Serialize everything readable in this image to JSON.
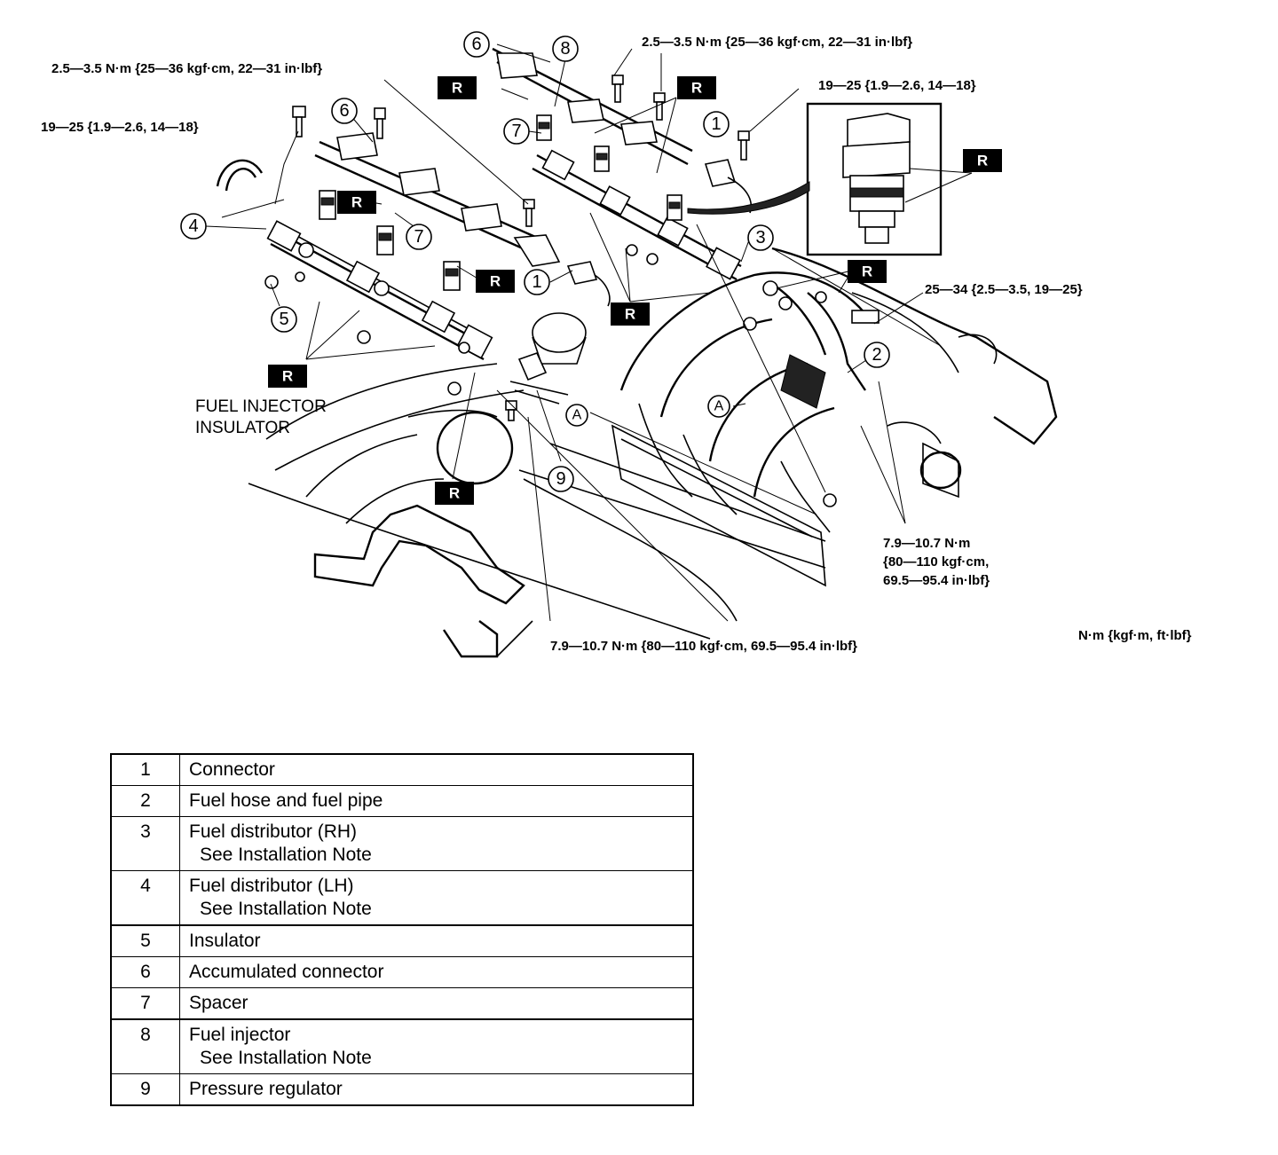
{
  "torque_labels": {
    "tl_small": "2.5—3.5 N·m {25—36 kgf·cm, 22—31 in·lbf}",
    "tr_small": "2.5—3.5 N·m {25—36 kgf·cm, 22—31 in·lbf}",
    "left_bolt": "19—25 {1.9—2.6, 14—18}",
    "right_bolt": "19—25 {1.9—2.6, 14—18}",
    "right_mid": "25—34 {2.5—3.5, 19—25}",
    "right_low_1": "7.9—10.7 N·m",
    "right_low_2": "{80—110 kgf·cm,",
    "right_low_3": "69.5—95.4 in·lbf}",
    "bottom": "7.9—10.7 N·m {80—110 kgf·cm, 69.5—95.4 in·lbf}",
    "units": "N·m {kgf·m, ft·lbf}"
  },
  "insulator_label_1": "FUEL INJECTOR",
  "insulator_label_2": "INSULATOR",
  "replace_mark": "R",
  "ref_mark": "A",
  "callouts": [
    "1",
    "2",
    "3",
    "4",
    "5",
    "6",
    "7",
    "8",
    "9"
  ],
  "parts": [
    {
      "num": "1",
      "name": "Connector",
      "note": ""
    },
    {
      "num": "2",
      "name": "Fuel hose and fuel pipe",
      "note": ""
    },
    {
      "num": "3",
      "name": "Fuel distributor (RH)",
      "note": "See Installation Note"
    },
    {
      "num": "4",
      "name": "Fuel distributor (LH)",
      "note": "See Installation Note"
    },
    {
      "num": "5",
      "name": "Insulator",
      "note": ""
    },
    {
      "num": "6",
      "name": "Accumulated connector",
      "note": ""
    },
    {
      "num": "7",
      "name": "Spacer",
      "note": ""
    },
    {
      "num": "8",
      "name": "Fuel injector",
      "note": "See Installation Note"
    },
    {
      "num": "9",
      "name": "Pressure regulator",
      "note": ""
    }
  ]
}
